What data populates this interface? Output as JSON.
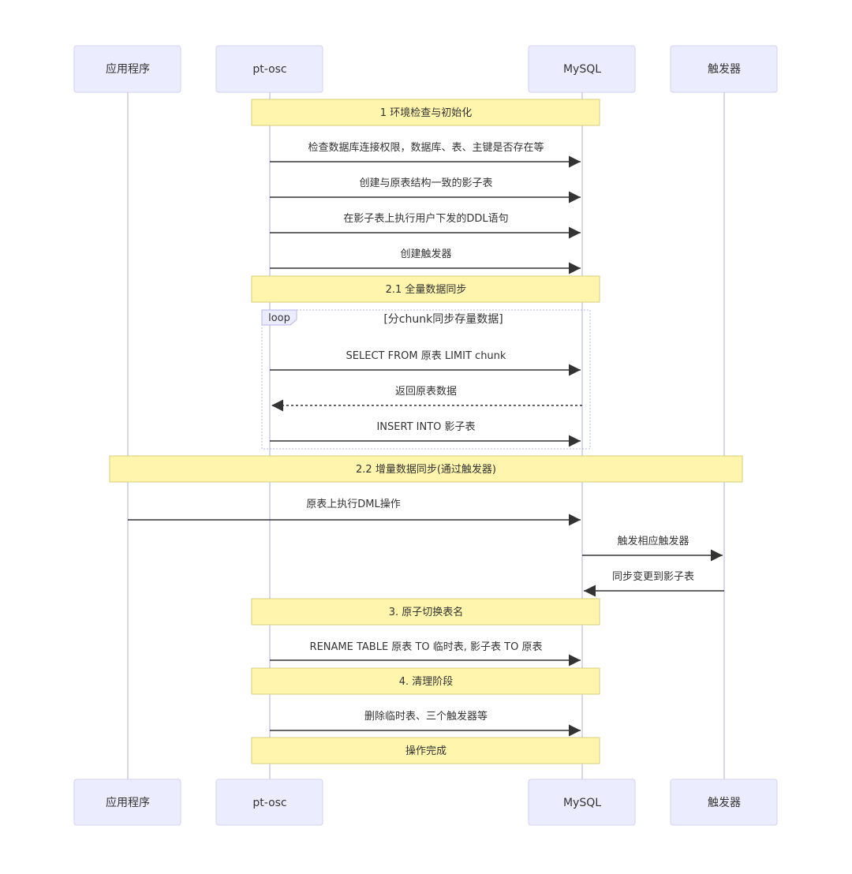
{
  "participants": [
    {
      "id": "app",
      "label": "应用程序"
    },
    {
      "id": "ptosc",
      "label": "pt-osc"
    },
    {
      "id": "mysql",
      "label": "MySQL"
    },
    {
      "id": "trigger",
      "label": "触发器"
    }
  ],
  "notes": [
    {
      "text": "1 环境检查与初始化"
    },
    {
      "text": "2.1 全量数据同步"
    },
    {
      "text": "2.2 增量数据同步(通过触发器)"
    },
    {
      "text": "3. 原子切换表名"
    },
    {
      "text": "4. 清理阶段"
    },
    {
      "text": "操作完成"
    }
  ],
  "loop": {
    "keyword": "loop",
    "condition": "[分chunk同步存量数据]"
  },
  "messages": [
    {
      "text": "检查数据库连接权限，数据库、表、主键是否存在等",
      "from": "ptosc",
      "to": "mysql",
      "style": "solid"
    },
    {
      "text": "创建与原表结构一致的影子表",
      "from": "ptosc",
      "to": "mysql",
      "style": "solid"
    },
    {
      "text": "在影子表上执行用户下发的DDL语句",
      "from": "ptosc",
      "to": "mysql",
      "style": "solid"
    },
    {
      "text": "创建触发器",
      "from": "ptosc",
      "to": "mysql",
      "style": "solid"
    },
    {
      "text": "SELECT FROM 原表 LIMIT chunk",
      "from": "ptosc",
      "to": "mysql",
      "style": "solid"
    },
    {
      "text": "返回原表数据",
      "from": "mysql",
      "to": "ptosc",
      "style": "dashed"
    },
    {
      "text": "INSERT INTO 影子表",
      "from": "ptosc",
      "to": "mysql",
      "style": "solid"
    },
    {
      "text": "原表上执行DML操作",
      "from": "app",
      "to": "mysql",
      "style": "solid"
    },
    {
      "text": "触发相应触发器",
      "from": "mysql",
      "to": "trigger",
      "style": "solid"
    },
    {
      "text": "同步变更到影子表",
      "from": "trigger",
      "to": "mysql",
      "style": "solid"
    },
    {
      "text": "RENAME TABLE 原表 TO 临时表, 影子表 TO 原表",
      "from": "ptosc",
      "to": "mysql",
      "style": "solid"
    },
    {
      "text": "删除临时表、三个触发器等",
      "from": "ptosc",
      "to": "mysql",
      "style": "solid"
    }
  ],
  "colors": {
    "actor_fill": "#ececff",
    "actor_stroke": "#d2d2f0",
    "lifeline": "#c8c8ec",
    "note_fill": "#fff5ad",
    "note_stroke": "#d8ce7a",
    "loop_stroke": "#b5b5e8",
    "text": "#333333",
    "arrow": "#333333"
  }
}
